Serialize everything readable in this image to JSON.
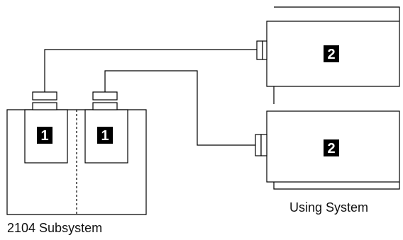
{
  "diagram": {
    "subsystem_label": "2104 Subsystem",
    "using_system_label": "Using System",
    "subsystem_badges": [
      "1",
      "1"
    ],
    "host_badges": [
      "2",
      "2"
    ],
    "colors": {
      "line": "#000000",
      "badge_bg": "#000000",
      "badge_text": "#ffffff",
      "background": "#ffffff"
    }
  }
}
